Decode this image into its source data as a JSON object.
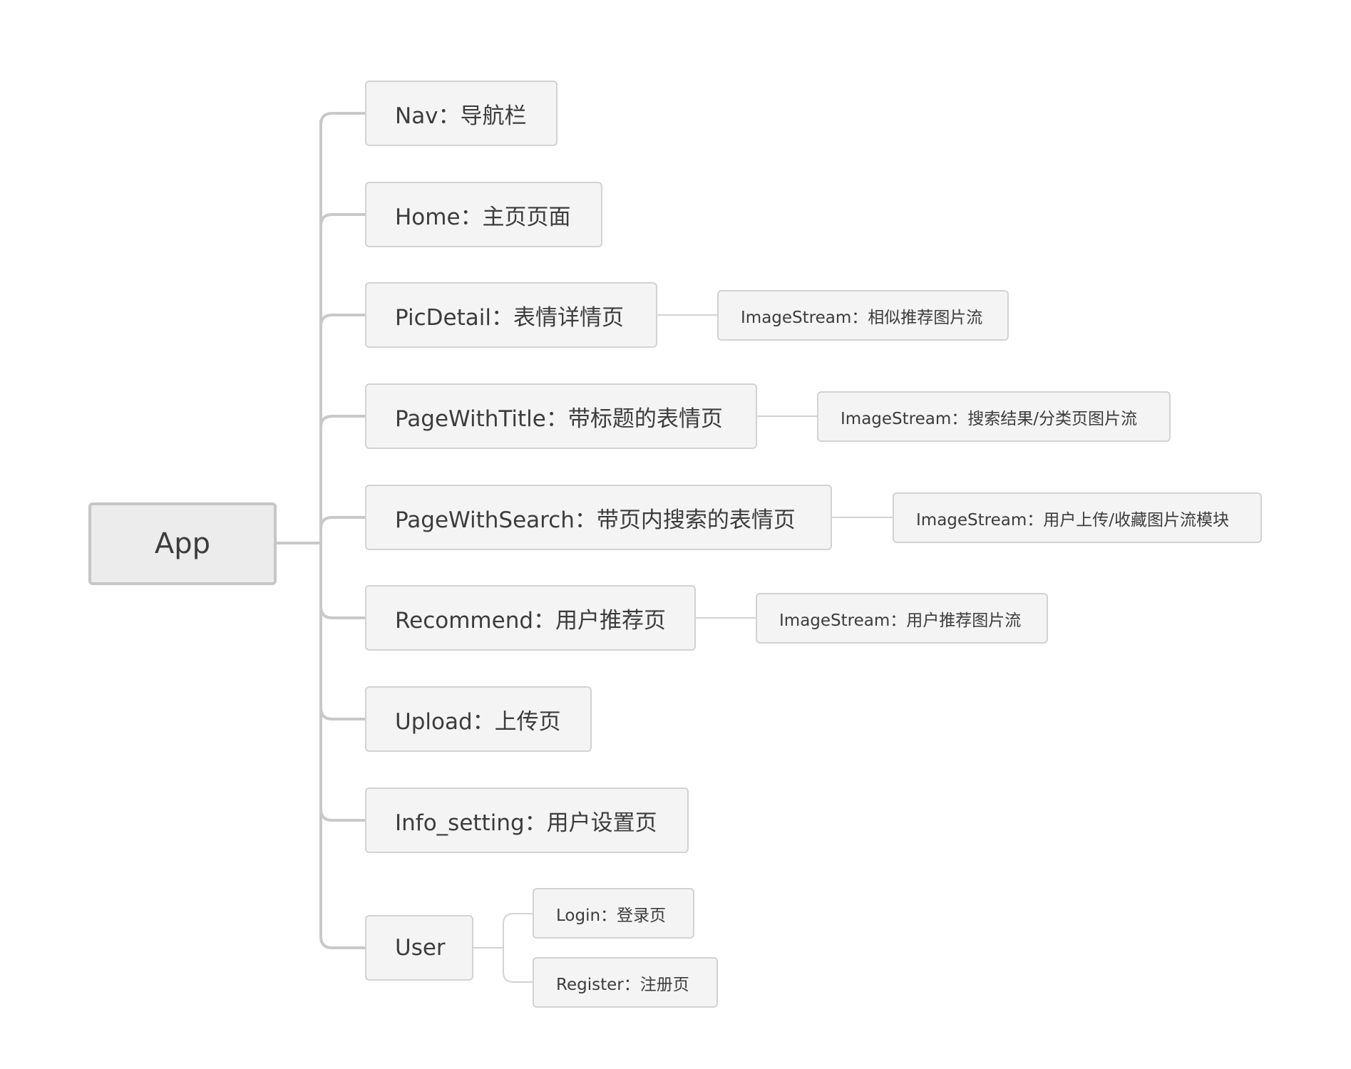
{
  "root": {
    "label": "App"
  },
  "branches": [
    {
      "label": "Nav：导航栏"
    },
    {
      "label": "Home：主页页面"
    },
    {
      "label": "PicDetail：表情详情页",
      "child": "ImageStream：相似推荐图片流"
    },
    {
      "label": "PageWithTitle：带标题的表情页",
      "child": "ImageStream：搜索结果/分类页图片流"
    },
    {
      "label": "PageWithSearch：带页内搜索的表情页",
      "child": "ImageStream：用户上传/收藏图片流模块"
    },
    {
      "label": "Recommend：用户推荐页",
      "child": "ImageStream：用户推荐图片流"
    },
    {
      "label": "Upload：上传页"
    },
    {
      "label": "Info_setting：用户设置页"
    },
    {
      "label": "User",
      "children": [
        "Login：登录页",
        "Register：注册页"
      ]
    }
  ],
  "colors": {
    "connector": "#c9c9c9",
    "node_fill": "#f4f4f4",
    "node_border": "#d2d2d2",
    "root_fill": "#ececec",
    "root_border": "#c6c6c6",
    "text": "#3c3c3c"
  }
}
